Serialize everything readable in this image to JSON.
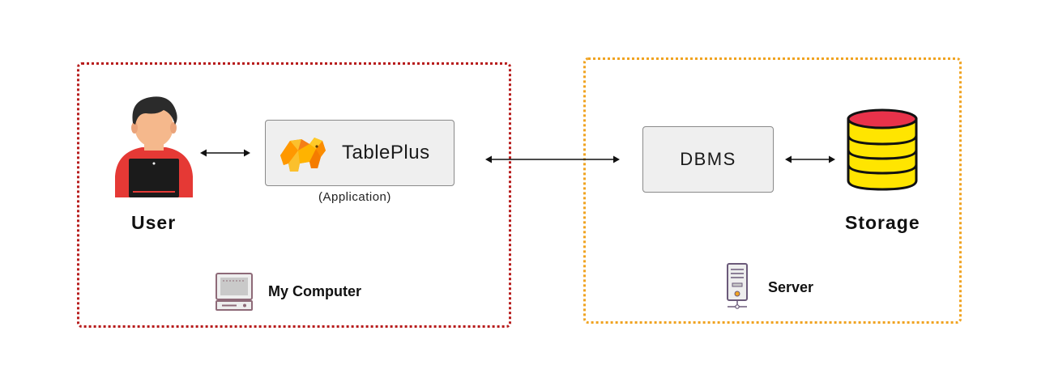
{
  "zones": {
    "computer": {
      "label": "My Computer",
      "border_color": "#b71c1c"
    },
    "server": {
      "label": "Server",
      "border_color": "#f0a321"
    }
  },
  "nodes": {
    "user": {
      "label": "User",
      "icon": "user-laptop-icon"
    },
    "tableplus": {
      "label": "TablePlus",
      "sublabel": "(Application)",
      "icon": "elephant-logo-icon"
    },
    "dbms": {
      "label": "DBMS"
    },
    "storage": {
      "label": "Storage",
      "icon": "database-icon"
    }
  },
  "icons": {
    "computer": "computer-icon",
    "server": "server-icon"
  },
  "colors": {
    "user_shirt": "#e53935",
    "storage_fill": "#ffe500",
    "storage_top": "#e8324a",
    "elephant": "#f7a51b"
  }
}
